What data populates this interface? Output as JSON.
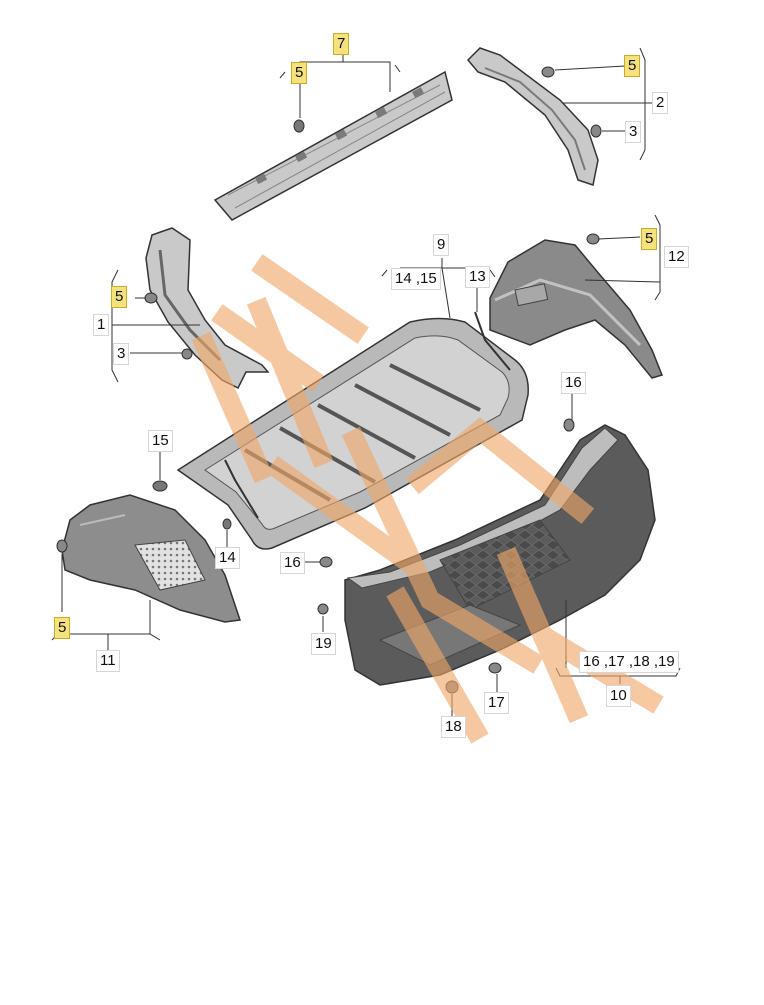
{
  "diagram": {
    "callouts": [
      {
        "id": "c7",
        "text": "7",
        "highlight": true
      },
      {
        "id": "c5a",
        "text": "5",
        "highlight": true
      },
      {
        "id": "c5b",
        "text": "5",
        "highlight": true
      },
      {
        "id": "c2",
        "text": "2",
        "highlight": false
      },
      {
        "id": "c3a",
        "text": "3",
        "highlight": false
      },
      {
        "id": "c5c",
        "text": "5",
        "highlight": true
      },
      {
        "id": "c12",
        "text": "12",
        "highlight": false
      },
      {
        "id": "c9",
        "text": "9",
        "highlight": false
      },
      {
        "id": "c1415",
        "text": "14 ,15",
        "highlight": false
      },
      {
        "id": "c13",
        "text": "13",
        "highlight": false
      },
      {
        "id": "c5d",
        "text": "5",
        "highlight": true
      },
      {
        "id": "c1",
        "text": "1",
        "highlight": false
      },
      {
        "id": "c3b",
        "text": "3",
        "highlight": false
      },
      {
        "id": "c16a",
        "text": "16",
        "highlight": false
      },
      {
        "id": "c15",
        "text": "15",
        "highlight": false
      },
      {
        "id": "c14",
        "text": "14",
        "highlight": false
      },
      {
        "id": "c16b",
        "text": "16",
        "highlight": false
      },
      {
        "id": "c19",
        "text": "19",
        "highlight": false
      },
      {
        "id": "c5e",
        "text": "5",
        "highlight": true
      },
      {
        "id": "c11",
        "text": "11",
        "highlight": false
      },
      {
        "id": "c16to19",
        "text": "16 ,17 ,18 ,19",
        "highlight": false
      },
      {
        "id": "c10",
        "text": "10",
        "highlight": false
      },
      {
        "id": "c17",
        "text": "17",
        "highlight": false
      },
      {
        "id": "c18",
        "text": "18",
        "highlight": false
      }
    ],
    "colors": {
      "part_fill": "#c7c7c7",
      "part_dark": "#6e6e6e",
      "part_stroke": "#333333",
      "callout_highlight": "#f6e27a",
      "watermark": "#f0a868"
    }
  }
}
